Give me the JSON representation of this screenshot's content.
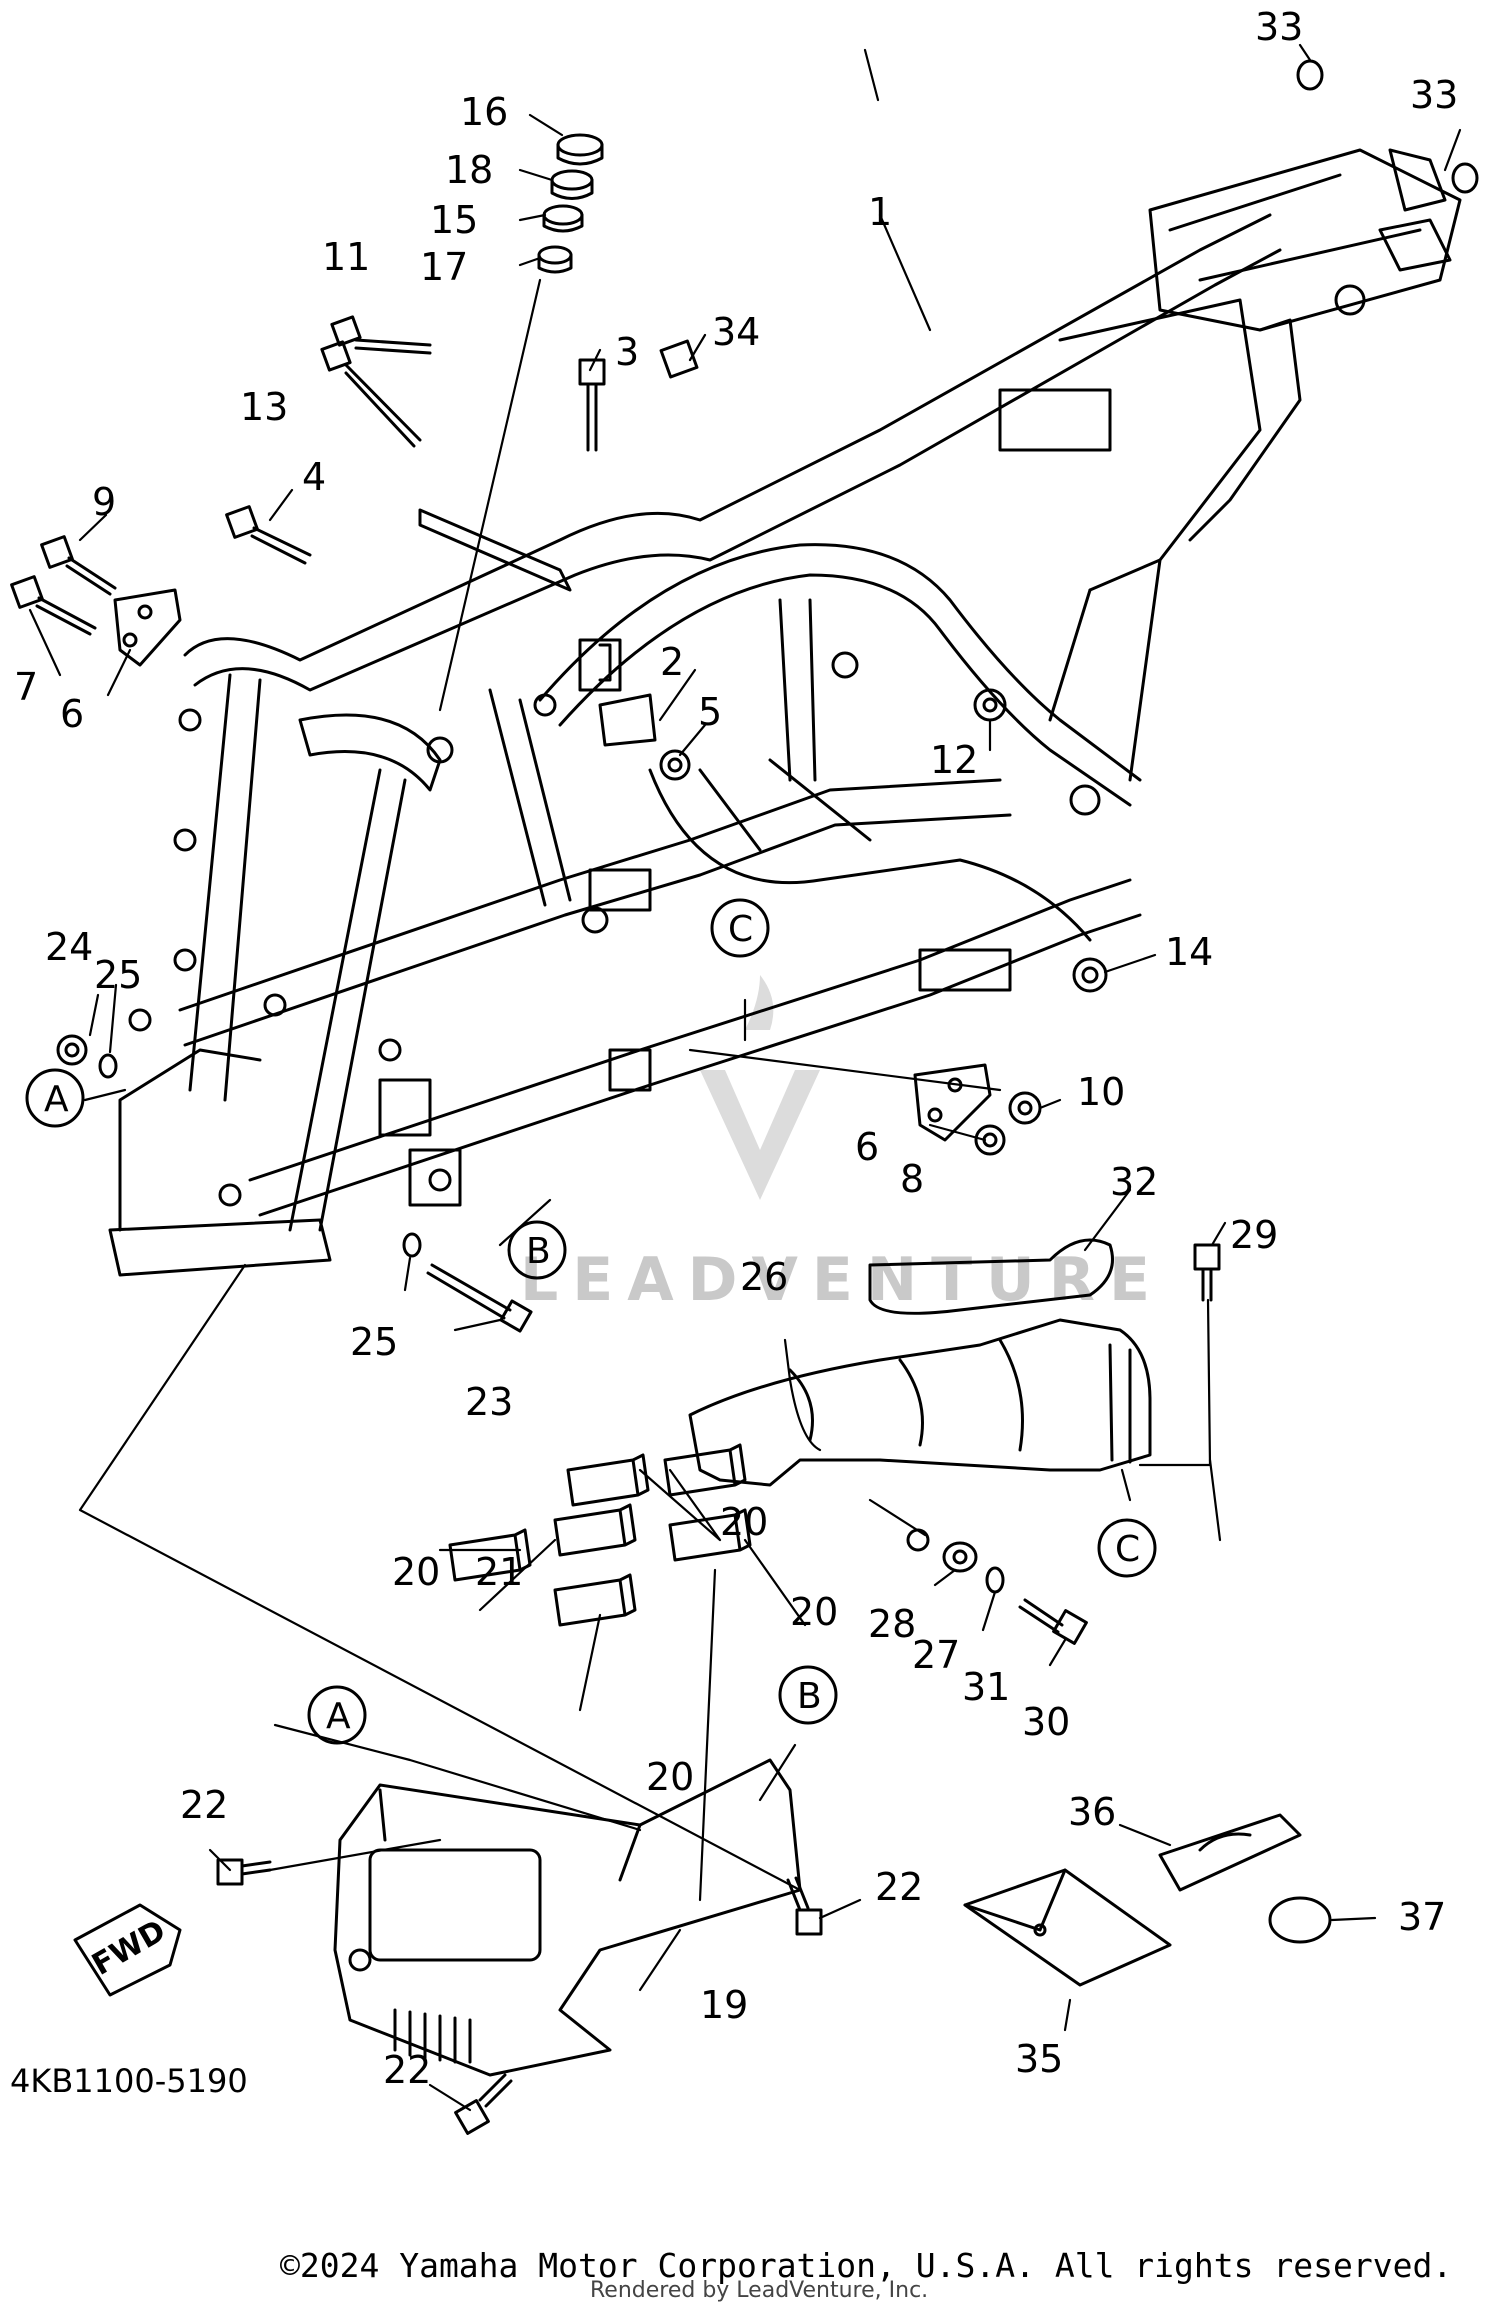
{
  "diagram": {
    "part_code": "4KB1100-5190",
    "fwd_label": "FWD",
    "watermark": "LEADVENTURE",
    "callouts": {
      "c1": "1",
      "c2": "2",
      "c3": "3",
      "c4": "4",
      "c5": "5",
      "c6a": "6",
      "c6b": "6",
      "c7": "7",
      "c8": "8",
      "c9": "9",
      "c10": "10",
      "c11": "11",
      "c12": "12",
      "c13": "13",
      "c14": "14",
      "c15": "15",
      "c16": "16",
      "c17": "17",
      "c18": "18",
      "c19": "19",
      "c20a": "20",
      "c20b": "20",
      "c20c": "20",
      "c20d": "20",
      "c21": "21",
      "c22a": "22",
      "c22b": "22",
      "c22c": "22",
      "c23": "23",
      "c24": "24",
      "c25a": "25",
      "c25b": "25",
      "c26": "26",
      "c27": "27",
      "c28": "28",
      "c29": "29",
      "c30": "30",
      "c31": "31",
      "c32": "32",
      "c33a": "33",
      "c33b": "33",
      "c34": "34",
      "c35": "35",
      "c36": "36",
      "c37": "37"
    },
    "reference_markers": {
      "a1": "A",
      "a2": "A",
      "b1": "B",
      "b2": "B",
      "cm1": "C",
      "cm2": "C"
    }
  },
  "footer": {
    "copyright": "©2024 Yamaha Motor Corporation, U.S.A. All rights reserved.",
    "rendered_by": "Rendered by LeadVenture, Inc."
  }
}
